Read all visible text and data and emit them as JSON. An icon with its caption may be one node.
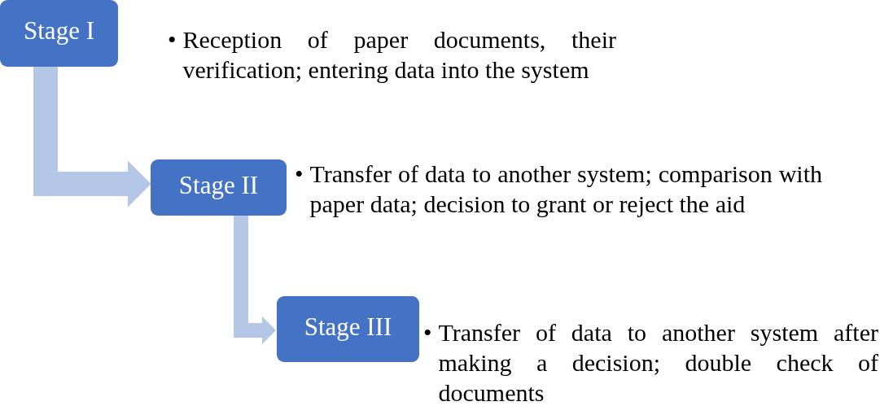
{
  "diagram": {
    "nodes": [
      {
        "text": [
          "Stage I"
        ],
        "beside": [
          "•",
          "Reception of paper documents, their verification; entering data into the system"
        ]
      },
      {
        "text": [
          "Stage II"
        ],
        "beside": [
          "•",
          "Transfer of data to another system; comparison with paper data; decision to grant or reject the aid"
        ]
      },
      {
        "text": [
          "Stage III"
        ],
        "beside": [
          "•",
          "Transfer of data to another system after making a decision; double check of documents"
        ]
      }
    ],
    "edges": [
      {
        "from": 0,
        "to": 1,
        "arrow": "to"
      },
      {
        "from": 1,
        "to": 2,
        "arrow": "to"
      }
    ]
  }
}
